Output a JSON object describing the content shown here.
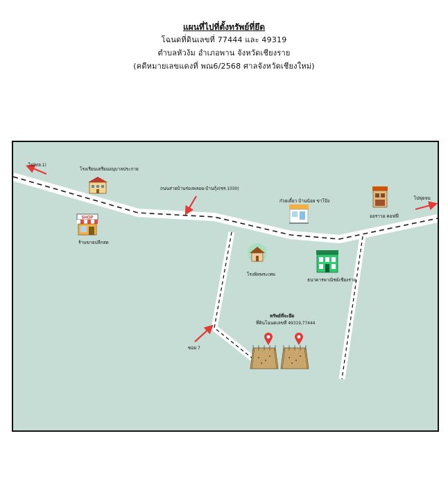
{
  "header": {
    "title": "แผนที่ไปที่ตั้งทรัพย์ที่ยึด",
    "line1": "โฉนดที่ดินเลขที่ 77444 และ 49319",
    "line2": "ตำบลหัวง้ม อำเภอพาน จังหวัดเชียงราย",
    "line3": "(คดีหมายเลขแดงที่ พณ6/2568  ศาลจังหวัดเชียงใหม่)"
  },
  "map": {
    "labels": {
      "to_west": "ไป(ทล.1)",
      "school": "โรงเรียนเตรียมอนุบาลประกาย",
      "main_road": "ถนนสายบ้านร่องพลอย-บ้านกุ้ง(ชร.1030)",
      "noodle_shop": "ก๋วยเตี๋ยว บ้านน้อย ขาโป้ง",
      "cafe": "ออราวอ คอฟฟี่",
      "to_east": "ไปพุ่ยจน",
      "shop_sign": "SHOP",
      "grocery": "ร้านขายปลีกสด",
      "temple": "โรงพิทพระเทพ",
      "bank": "ธนาคารพาณิชย์เชียงราย",
      "property_line1": "ทรัพย์ที่จะยึด",
      "property_line2": "ที่ดินโฉนดเลขที่ 49319,77444",
      "soi": "ซอย 7"
    },
    "colors": {
      "background": "#c6ddd6",
      "road": "#ffffff",
      "road_dash": "#1a1a1a",
      "arrow": "#e53935",
      "pin": "#e53935"
    }
  }
}
